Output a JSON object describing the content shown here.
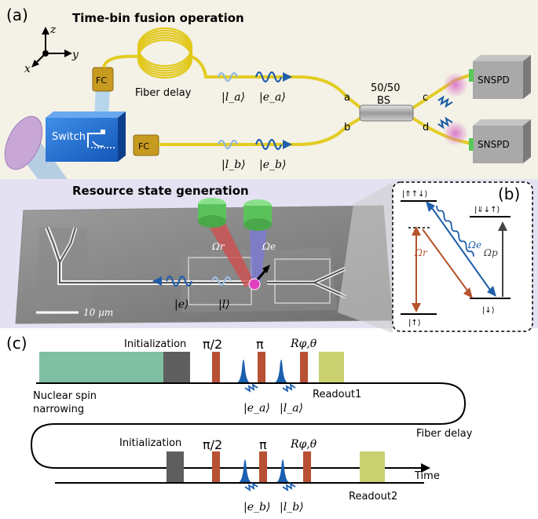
{
  "panel_a": {
    "label": "(a)",
    "title": "Time-bin fusion operation",
    "axes": {
      "z": "z",
      "y": "y",
      "x": "x"
    },
    "fc_top": "FC",
    "fc_bottom": "FC",
    "switch": "Switch",
    "fiber_delay": "Fiber delay",
    "bs_ratio": "50/50",
    "bs": "BS",
    "ports": {
      "a": "a",
      "b": "b",
      "c": "c",
      "d": "d"
    },
    "detectors": [
      "SNSPD",
      "SNSPD"
    ],
    "kets_top": [
      "|l_a⟩",
      "|e_a⟩"
    ],
    "kets_bottom": [
      "|l_b⟩",
      "|e_b⟩"
    ]
  },
  "panel_resource": {
    "title": "Resource state generation",
    "omega_r": "Ωr",
    "omega_e": "Ωe",
    "ket_e": "|e⟩",
    "ket_l": "|l⟩",
    "scale": "10 µm"
  },
  "panel_b": {
    "label": "(b)",
    "levels": [
      "|⇑↑↓⟩",
      "|⇓↓↑⟩",
      "|↑⟩",
      "|↓⟩"
    ],
    "omega_r": "Ωr",
    "omega_e": "Ωe",
    "omega_p": "Ωp"
  },
  "panel_c": {
    "label": "(c)",
    "row1": {
      "initialization": "Initialization",
      "pi_half": "π/2",
      "pi": "π",
      "rot": "Rφ,θ",
      "nuclear": [
        "Nuclear spin",
        "narrowing"
      ],
      "readout": "Readout1",
      "kets": [
        "|e_a⟩",
        "|l_a⟩"
      ]
    },
    "fiber_delay": "Fiber delay",
    "row2": {
      "initialization": "Initialization",
      "pi_half": "π/2",
      "pi": "π",
      "rot": "Rφ,θ",
      "readout": "Readout2",
      "kets": [
        "|e_b⟩",
        "|l_b⟩"
      ]
    },
    "time": "Time"
  }
}
